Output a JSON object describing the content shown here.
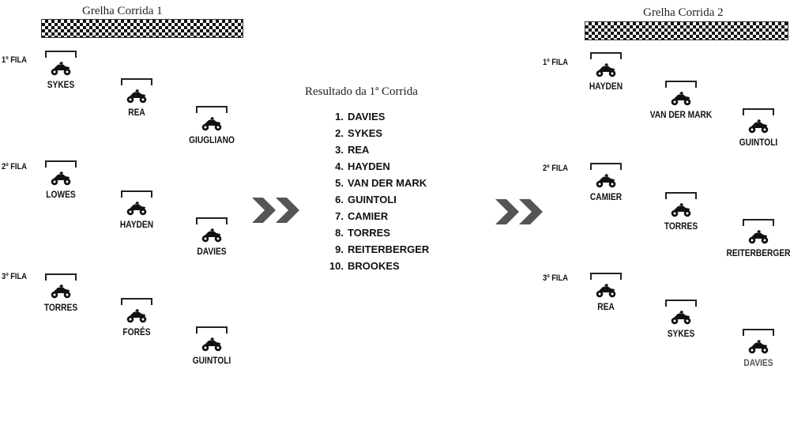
{
  "grid1": {
    "title": "Grelha Corrida 1",
    "rows": [
      {
        "label": "1º FILA",
        "riders": [
          "SYKES",
          "REA",
          "GIUGLIANO"
        ]
      },
      {
        "label": "2º FILA",
        "riders": [
          "LOWES",
          "HAYDEN",
          "DAVIES"
        ]
      },
      {
        "label": "3º FILA",
        "riders": [
          "TORRES",
          "FORÉS",
          "GUINTOLI"
        ]
      }
    ]
  },
  "results": {
    "title": "Resultado da 1ª Corrida",
    "items": [
      {
        "pos": "1.",
        "rider": "DAVIES"
      },
      {
        "pos": "2.",
        "rider": "SYKES"
      },
      {
        "pos": "3.",
        "rider": "REA"
      },
      {
        "pos": "4.",
        "rider": "HAYDEN"
      },
      {
        "pos": "5.",
        "rider": "VAN DER MARK"
      },
      {
        "pos": "6.",
        "rider": "GUINTOLI"
      },
      {
        "pos": "7.",
        "rider": "CAMIER"
      },
      {
        "pos": "8.",
        "rider": "TORRES"
      },
      {
        "pos": "9.",
        "rider": "REITERBERGER"
      },
      {
        "pos": "10.",
        "rider": "BROOKES"
      }
    ]
  },
  "grid2": {
    "title": "Grelha Corrida 2",
    "rows": [
      {
        "label": "1º FILA",
        "riders": [
          "HAYDEN",
          "VAN DER MARK",
          "GUINTOLI"
        ]
      },
      {
        "label": "2º FILA",
        "riders": [
          "CAMIER",
          "TORRES",
          "REITERBERGER"
        ]
      },
      {
        "label": "3º FILA",
        "riders": [
          "REA",
          "SYKES",
          "DAVIES"
        ]
      }
    ]
  },
  "icons": {
    "bike": "motorcycle-icon",
    "arrow": "double-chevron-right-icon",
    "flag": "checkered-flag"
  },
  "colors": {
    "text": "#111111",
    "chevron": "#555555"
  }
}
